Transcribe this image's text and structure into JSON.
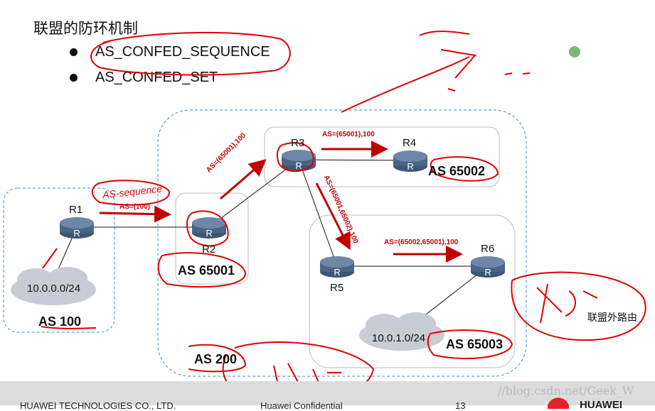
{
  "slide": {
    "title": "联盟的防环机制",
    "bullets": [
      "AS_CONFED_SEQUENCE",
      "AS_CONFED_SET"
    ]
  },
  "diagram": {
    "routers": [
      "R1",
      "R2",
      "R3",
      "R4",
      "R5",
      "R6"
    ],
    "networks": [
      "10.0.0.0/24",
      "10.0.1.0/24"
    ],
    "as_labels": {
      "as100": "AS 100",
      "as65001": "AS 65001",
      "as65002": "AS 65002",
      "as65003": "AS 65003",
      "as200": "AS 200"
    },
    "path_annotations": [
      "AS=(100)",
      "AS=(65001),100",
      "AS=(65001),100",
      "AS=(65001,65002),100",
      "AS=(65002,65001),100"
    ],
    "handwritten": {
      "as_sequence": "AS-sequence",
      "outside_route": "联盟外路由"
    }
  },
  "footer": {
    "company": "HUAWEI TECHNOLOGIES CO., LTD.",
    "confidential": "Huawei Confidential",
    "page": "13",
    "watermark": "//blog.csdn.net/Geek_W",
    "brand": "HUAWEI"
  },
  "colors": {
    "annotation": "#e00000",
    "router": "#4a6484",
    "dashed_border": "#3a8fd0"
  }
}
